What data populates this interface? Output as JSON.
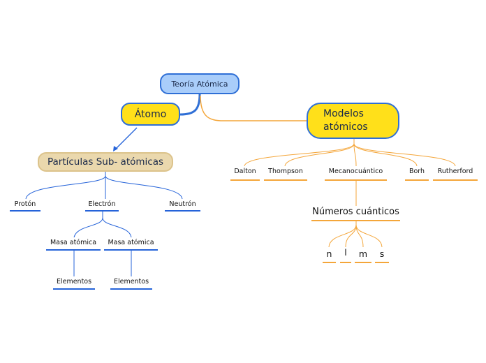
{
  "root": "Teoría Atómica",
  "atomo": {
    "title": "Átomo",
    "particulas": {
      "title": "Partículas Sub- atómicas",
      "children": [
        "Protón",
        "Electrón",
        "Neutrón"
      ],
      "electron_children": [
        "Masa atómica",
        "Masa atómica"
      ],
      "elementos": [
        "Elementos",
        "Elementos"
      ]
    }
  },
  "modelos": {
    "title": "Modelos atómicos",
    "children": [
      "Dalton",
      "Thompson",
      "Mecanocuántico",
      "Borh",
      "Rutherford"
    ],
    "numeros": {
      "title": "Números cuánticos",
      "children": [
        "n",
        "l",
        "m",
        "s"
      ]
    }
  },
  "colors": {
    "blue_line": "#2563d9",
    "orange_line": "#f4a63a",
    "root_fill": "#a9cdfa",
    "yellow_fill": "#ffe01a",
    "tan_fill": "#ead8ad"
  }
}
